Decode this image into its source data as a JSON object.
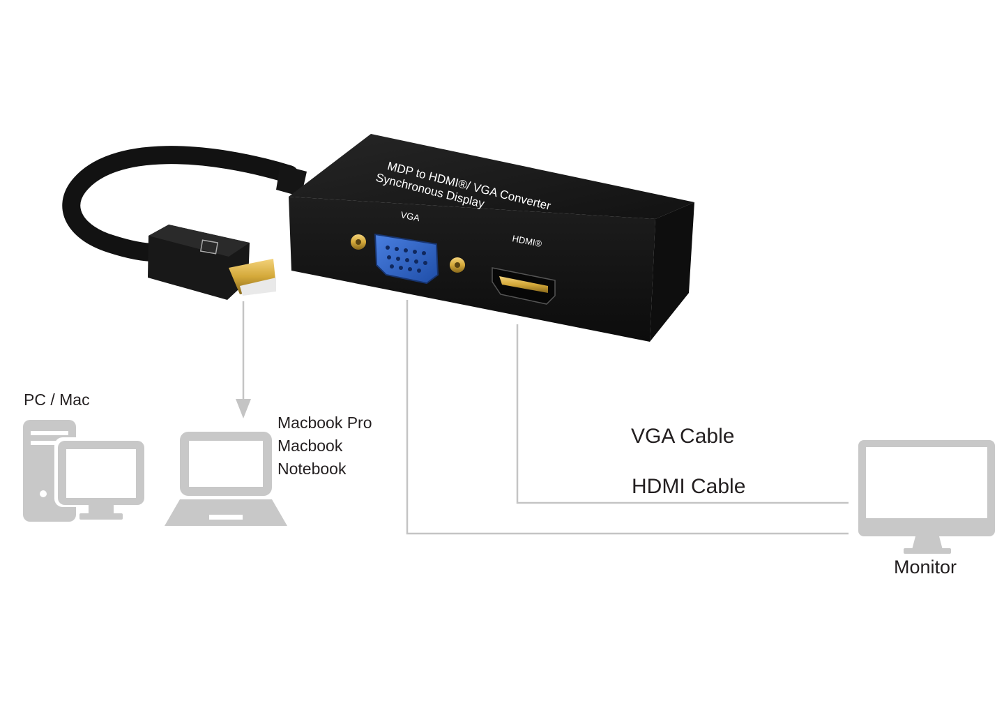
{
  "device": {
    "title_line1": "MDP to HDMI®/ VGA Converter",
    "title_line2": "Synchronous Display",
    "port_vga_label": "VGA",
    "port_hdmi_label": "HDMI®"
  },
  "sources": {
    "pc_label": "PC / Mac",
    "laptop_labels": [
      "Macbook Pro",
      "Macbook",
      "Notebook"
    ]
  },
  "cables": {
    "vga_label": "VGA Cable",
    "hdmi_label": "HDMI Cable"
  },
  "display": {
    "monitor_label": "Monitor"
  },
  "colors": {
    "device_body": "#1a1a1a",
    "vga_port": "#2f63c4",
    "gold": "#d4a93a",
    "icon_gray": "#c8c8c8",
    "line_gray": "#c4c4c4"
  }
}
